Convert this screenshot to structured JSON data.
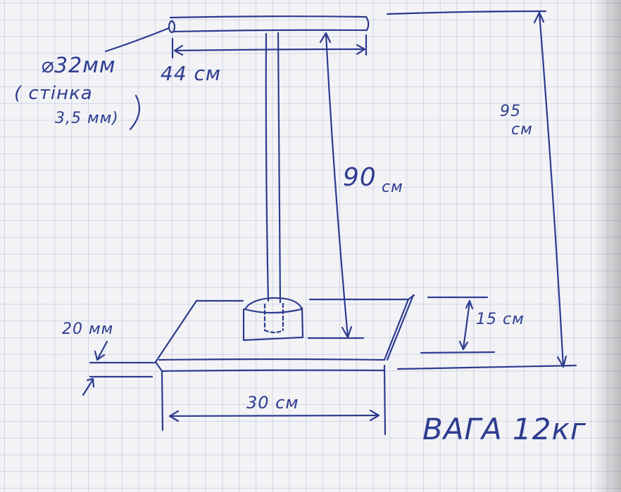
{
  "labels": {
    "diameter": "⌀32мм",
    "wall_open": "( стінка",
    "wall_value": "3,5 мм)",
    "handle_width": "44 см",
    "height_total_value": "95",
    "height_total_unit": "см",
    "height_bar_value": "90",
    "height_bar_unit": "см",
    "base_height": "15 см",
    "plate_thickness": "20 мм",
    "base_width": "30 см",
    "weight": "ВАГА 12кг"
  },
  "colors": {
    "ink": "#2e3c8f",
    "paper": "#f3f3f6",
    "grid": "#8c99c8"
  }
}
